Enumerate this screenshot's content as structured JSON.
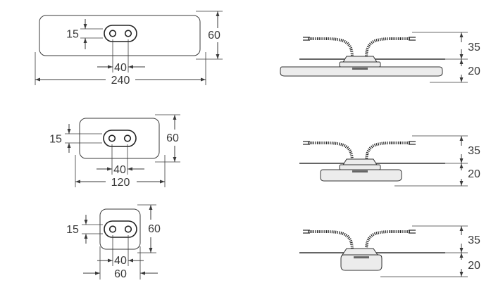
{
  "heaters": [
    {
      "id": "large",
      "plan": {
        "width_label": "240",
        "height_label": "60",
        "spacing_label": "40",
        "slot_label": "15"
      },
      "side": {
        "height_label": "35",
        "base_label": "20"
      }
    },
    {
      "id": "medium",
      "plan": {
        "width_label": "120",
        "height_label": "60",
        "spacing_label": "40",
        "slot_label": "15"
      },
      "side": {
        "height_label": "35",
        "base_label": "20"
      }
    },
    {
      "id": "small",
      "plan": {
        "width_label": "60",
        "height_label": "60",
        "spacing_label": "40",
        "slot_label": "15"
      },
      "side": {
        "height_label": "35",
        "base_label": "20"
      }
    }
  ]
}
